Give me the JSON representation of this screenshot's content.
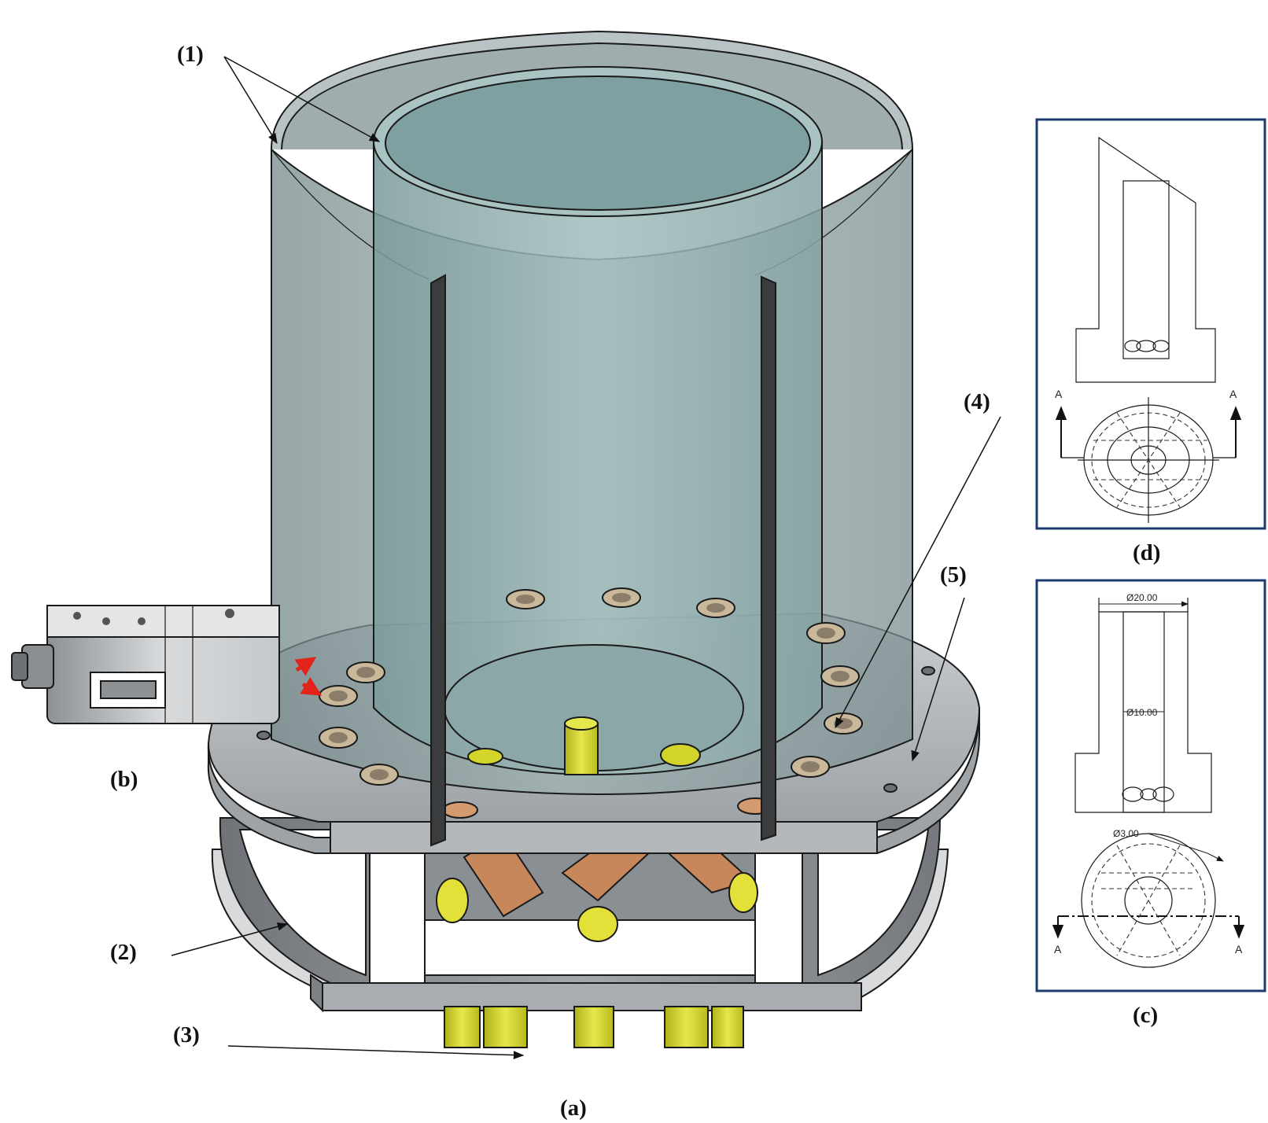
{
  "labels": {
    "part_1": "(1)",
    "part_2": "(2)",
    "part_3": "(3)",
    "part_4": "(4)",
    "part_5": "(5)",
    "view_a": "(a)",
    "view_b": "(b)",
    "view_c": "(c)",
    "view_d": "(d)"
  },
  "drawing_c": {
    "dim_outer": "Ø20.00",
    "dim_inner": "Ø10.00",
    "dim_hole": "Ø3.00",
    "section_mark": "A"
  },
  "drawing_d": {
    "section_mark": "A"
  },
  "colors": {
    "glass": "#8fa9a8",
    "metal": "#8e9296",
    "copper": "#c8875a",
    "nozzle": "#d9db2c",
    "frame": "#1d3b6e",
    "arrow_red": "#e2231a"
  }
}
